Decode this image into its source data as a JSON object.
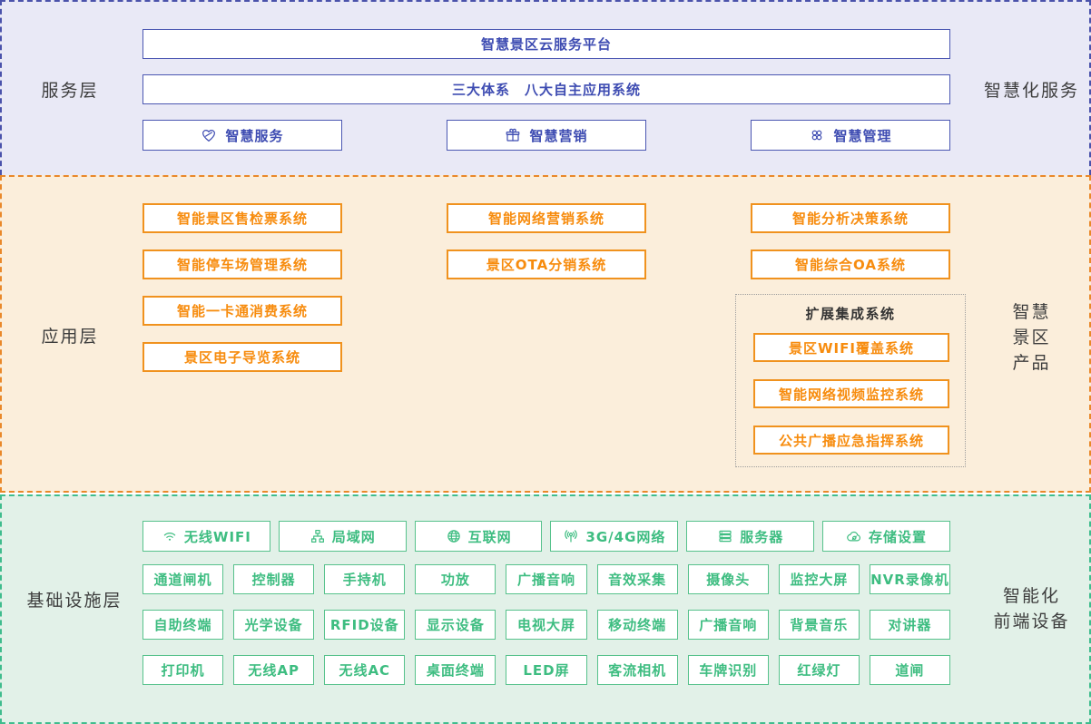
{
  "colors": {
    "service_bg": "#e9e9f6",
    "service_dash": "#4a52ab",
    "service_border": "#4b57b2",
    "service_text": "#3e4cb2",
    "application_bg": "#fbeedb",
    "application_dash": "#e9882a",
    "application_border": "#f0921e",
    "application_text": "#f78c0e",
    "infrastructure_bg": "#e2f1e8",
    "infrastructure_dash": "#3fbc8d",
    "infrastructure_border": "#57c28c",
    "infrastructure_text": "#3ebd81",
    "label_text": "#3d3d3d"
  },
  "service": {
    "label": "服务层",
    "right_label": "智慧化服务",
    "platform": "智慧景区云服务平台",
    "systems": "三大体系　八大自主应用系统",
    "items": [
      {
        "label": "智慧服务",
        "icon": "heart-icon"
      },
      {
        "label": "智慧营销",
        "icon": "gift-icon"
      },
      {
        "label": "智慧管理",
        "icon": "grid-icon"
      }
    ]
  },
  "application": {
    "label": "应用层",
    "right_label": "智慧\n景区\n产品",
    "col1": [
      "智能景区售检票系统",
      "智能停车场管理系统",
      "智能一卡通消费系统",
      "景区电子导览系统"
    ],
    "col2": [
      "智能网络营销系统",
      "景区OTA分销系统"
    ],
    "col3": [
      "智能分析决策系统",
      "智能综合OA系统"
    ],
    "expansion": {
      "title": "扩展集成系统",
      "items": [
        "景区WIFI覆盖系统",
        "智能网络视频监控系统",
        "公共广播应急指挥系统"
      ]
    }
  },
  "infrastructure": {
    "label": "基础设施层",
    "right_label": "智能化\n前端设备",
    "network_row": [
      {
        "label": "无线WIFI",
        "icon": "wifi-icon"
      },
      {
        "label": "局域网",
        "icon": "lan-icon"
      },
      {
        "label": "互联网",
        "icon": "globe-icon"
      },
      {
        "label": "3G/4G网络",
        "icon": "signal-icon"
      },
      {
        "label": "服务器",
        "icon": "server-icon"
      },
      {
        "label": "存储设置",
        "icon": "cloud-storage-icon"
      }
    ],
    "device_rows": [
      [
        "通道闸机",
        "控制器",
        "手持机",
        "功放",
        "广播音响",
        "音效采集",
        "摄像头",
        "监控大屏",
        "NVR录像机"
      ],
      [
        "自助终端",
        "光学设备",
        "RFID设备",
        "显示设备",
        "电视大屏",
        "移动终端",
        "广播音响",
        "背景音乐",
        "对讲器"
      ],
      [
        "打印机",
        "无线AP",
        "无线AC",
        "桌面终端",
        "LED屏",
        "客流相机",
        "车牌识别",
        "红绿灯",
        "道闸"
      ]
    ]
  }
}
